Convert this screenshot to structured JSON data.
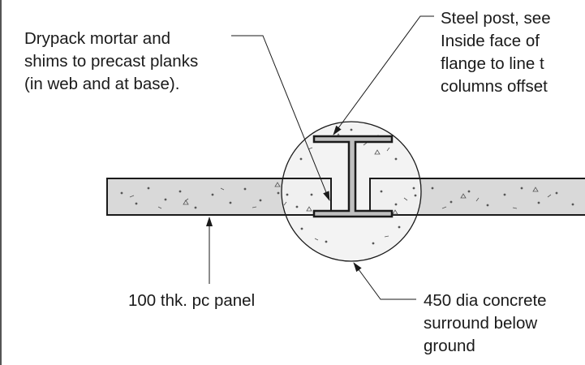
{
  "labels": {
    "drypack": [
      "Drypack mortar and",
      "shims to precast planks",
      "(in web and at base)."
    ],
    "steel_post": [
      "Steel post, see",
      "Inside face of",
      "flange to line t",
      "columns offset"
    ],
    "panel": "100 thk. pc panel",
    "surround": [
      "450 dia concrete",
      "surround below",
      "ground"
    ]
  },
  "colors": {
    "line": "#1a1a1a",
    "concrete_fill": "#d9d9d9",
    "surround_fill": "#f2f2f2",
    "steel_fill": "#bfbfbf",
    "frame": "#555555"
  }
}
